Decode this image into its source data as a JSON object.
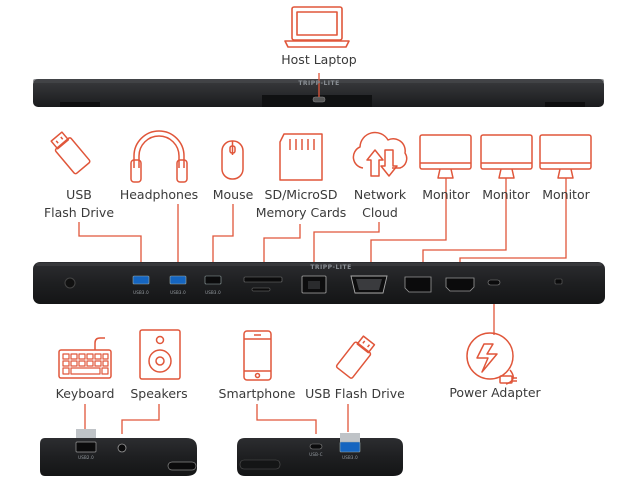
{
  "colors": {
    "accent": "#e0563a",
    "device": "#1e1f21",
    "port_blue": "#1565c0",
    "label_text": "#3a3a3a"
  },
  "brand_text": "TRIPP-LITE",
  "top_labels": {
    "host": "Host Laptop",
    "usb_flash": [
      "USB",
      "Flash Drive"
    ],
    "headphones": "Headphones",
    "mouse": "Mouse",
    "sd_cards": [
      "SD/MicroSD",
      "Memory Cards"
    ],
    "network": [
      "Network",
      "Cloud"
    ],
    "monitor_1": "Monitor",
    "monitor_2": "Monitor",
    "monitor_3": "Monitor",
    "power": "Power Adapter"
  },
  "bottom_labels": {
    "keyboard": "Keyboard",
    "speakers": "Speakers",
    "smartphone": "Smartphone",
    "usb_flash_drive": "USB Flash Drive"
  },
  "port_labels": {
    "usb30_a": "USB3.0",
    "usb30_b": "USB3.0",
    "usb30_c": "USB3.0",
    "usb20": "USB2.0",
    "usbc": "USB-C",
    "usb30_side": "USB3.0"
  },
  "icons": [
    "laptop-icon",
    "usb-flash-drive-icon",
    "headphones-icon",
    "mouse-icon",
    "sd-card-icon",
    "network-cloud-icon",
    "monitor-icon",
    "power-adapter-icon",
    "keyboard-icon",
    "speaker-icon",
    "smartphone-icon"
  ]
}
